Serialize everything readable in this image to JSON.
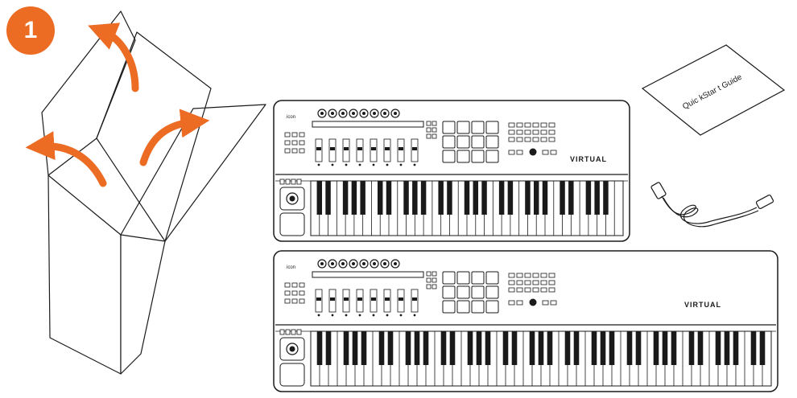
{
  "step": {
    "number": "1"
  },
  "colors": {
    "accent": "#ec6c24",
    "line": "#1a1a1a",
    "background": "#ffffff"
  },
  "keyboard_small": {
    "brand": "icon",
    "model": "VIRTUAL"
  },
  "keyboard_large": {
    "brand": "icon",
    "model": "VIRTUAL"
  },
  "guide": {
    "title": "Quic kStar t Guide"
  },
  "items": {
    "box": "open-box-icon",
    "cable": "usb-cable-icon"
  }
}
